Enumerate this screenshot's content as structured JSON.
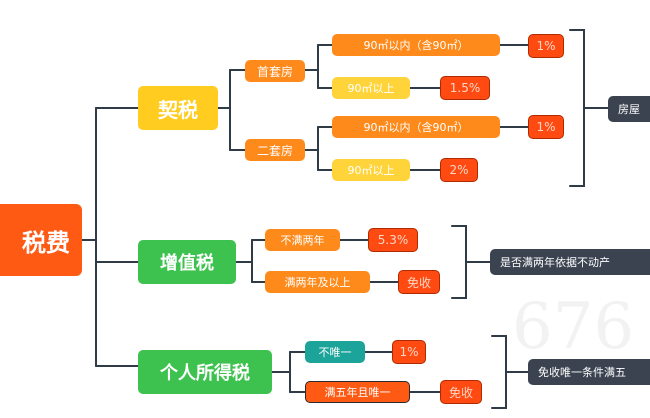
{
  "root": {
    "label": "税费"
  },
  "deed_tax": {
    "label": "契税",
    "first_home": {
      "label": "首套房",
      "small": {
        "label": "90㎡以内（含90㎡）",
        "rate": "1%"
      },
      "large": {
        "label": "90㎡以上",
        "rate": "1.5%"
      }
    },
    "second_home": {
      "label": "二套房",
      "small": {
        "label": "90㎡以内（含90㎡）",
        "rate": "1%"
      },
      "large": {
        "label": "90㎡以上",
        "rate": "2%"
      }
    },
    "note": "房屋"
  },
  "vat": {
    "label": "增值税",
    "under_two": {
      "label": "不满两年",
      "rate": "5.3%"
    },
    "over_two": {
      "label": "满两年及以上",
      "rate": "免收"
    },
    "note": "是否满两年依据不动产"
  },
  "income_tax": {
    "label": "个人所得税",
    "not_only": {
      "label": "不唯一",
      "rate": "1%"
    },
    "five_only": {
      "label": "满五年且唯一",
      "rate": "免收"
    },
    "note": "免收唯一条件满五"
  },
  "colors": {
    "root": "#ff5a14",
    "deed": "#ffcc1f",
    "green": "#3ec24f",
    "orange": "#ff8a1c",
    "teal": "#1ca39a",
    "line": "#2f3b46"
  }
}
